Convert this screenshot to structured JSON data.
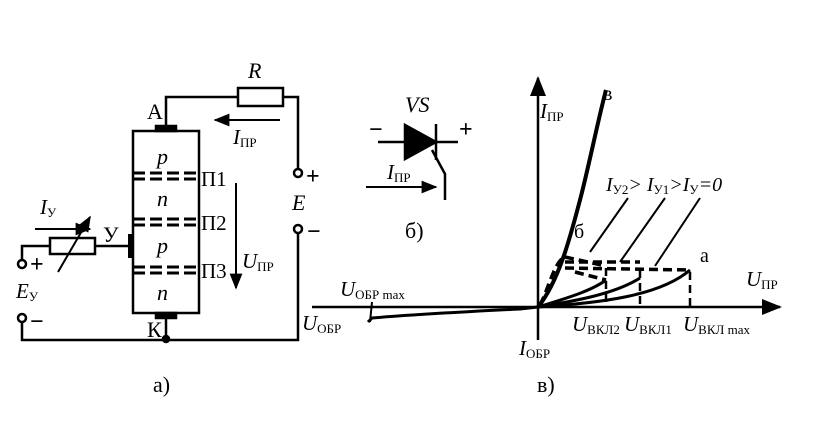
{
  "fig_a": {
    "label_r": "R",
    "label_anode": "A",
    "label_cathode": "К",
    "layer1": "p",
    "layer2": "n",
    "layer3": "p",
    "layer4": "n",
    "junction1": "П1",
    "junction2": "П2",
    "junction3": "П3",
    "ipr_main": "I",
    "ipr_sub": "ПР",
    "upr_main": "U",
    "upr_sub": "ПР",
    "iy_main": "I",
    "iy_sub": "У",
    "gate_label": "У",
    "ey_main": "E",
    "ey_sub": "У",
    "e_label": "E",
    "plus": "+",
    "minus": "−",
    "caption": "а)"
  },
  "fig_b": {
    "vs_label": "VS",
    "ipr_main": "I",
    "ipr_sub": "ПР",
    "plus": "+",
    "minus": "−",
    "caption": "б)"
  },
  "fig_v": {
    "y_axis_main": "I",
    "y_axis_sub": "ПР",
    "x_axis_main": "U",
    "x_axis_sub": "ПР",
    "neg_x_main": "U",
    "neg_x_sub": "ОБР",
    "neg_y_main": "I",
    "neg_y_sub": "ОБР",
    "ubr_max_main": "U",
    "ubr_max_sub": "ОБР max",
    "curve_v": "в",
    "curve_b": "б",
    "curve_a": "а",
    "gate_condition": "I",
    "gate_condition_parts": [
      "У2",
      "> I",
      "У1",
      ">I",
      "У",
      "=0"
    ],
    "uvkl2_main": "U",
    "uvkl2_sub": "ВКЛ2",
    "uvkl1_main": "U",
    "uvkl1_sub": "ВКЛ1",
    "uvklmax_main": "U",
    "uvklmax_sub": "ВКЛ max",
    "caption": "в)"
  }
}
